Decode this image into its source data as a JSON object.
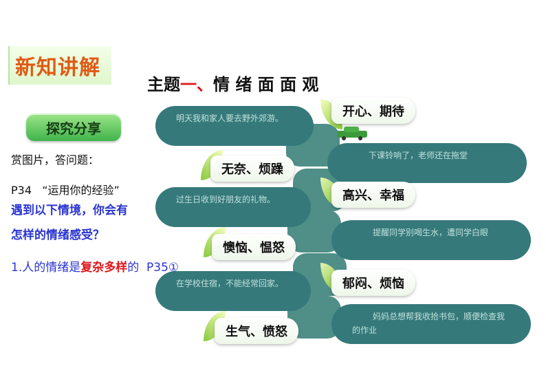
{
  "header": {
    "badge": "新知讲解",
    "topic_prefix": "主题",
    "topic_number": "一、",
    "topic_name": "情 绪 面 面 观"
  },
  "sidebar": {
    "explore_label": "探究分享",
    "line1": "赏图片，答问题：",
    "line2": "P34   “运用你的经验”",
    "line3": "遇到以下情境，你会有",
    "line4": "怎样的情绪感受？",
    "line5_a": "1.人的情绪是",
    "line5_b": "复杂多样",
    "line5_c": "的  P35①"
  },
  "diagram": {
    "scenes": [
      {
        "text": "明天我和家人要去野外郊游。"
      },
      {
        "text": "下课铃响了，老师还在拖堂"
      },
      {
        "text": "过生日收到好朋友的礼物。"
      },
      {
        "text": "提醒同学别喝生水，遭同学白眼"
      },
      {
        "text": "在学校住宿，不能经常回家。"
      },
      {
        "text": "妈妈总想帮我收拾书包，顺便检查我的作业"
      }
    ],
    "emotions": [
      "开心、期待",
      "无奈、烦躁",
      "高兴、幸福",
      "懊恼、愠怒",
      "郁闷、烦恼",
      "生气、愤怒"
    ],
    "colors": {
      "pill": "#36797b",
      "pill_text": "#bfe1db",
      "leaf": "#7cc326"
    }
  }
}
